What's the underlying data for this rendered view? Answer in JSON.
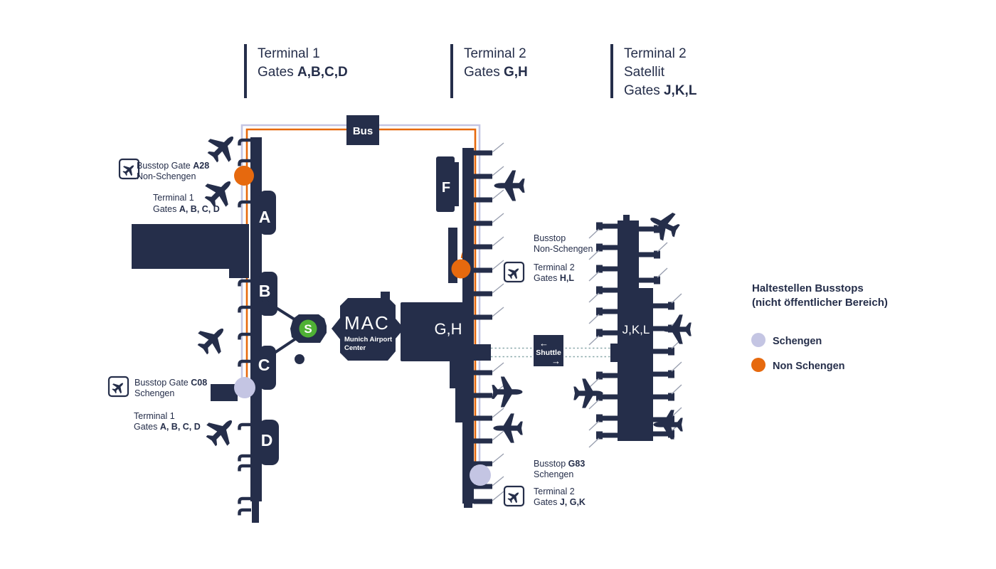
{
  "colors": {
    "navy": "#252e4a",
    "orange": "#e6690e",
    "lavender": "#c4c5e3",
    "sbahn_green": "#4fb135",
    "shuttle_dotted": "#8ca9ab"
  },
  "headers": [
    {
      "line1": "Terminal 1",
      "line2_prefix": "Gates ",
      "line2_bold": "A,B,C,D"
    },
    {
      "line1": "Terminal 2",
      "line2_prefix": "Gates ",
      "line2_bold": "G,H"
    },
    {
      "line1": "Terminal 2",
      "line2": "Satellit",
      "line3_prefix": "Gates ",
      "line3_bold": "J,K,L"
    }
  ],
  "map": {
    "bus_label": "Bus",
    "shuttle_label": "Shuttle",
    "shuttle_arrow_left": "←",
    "shuttle_arrow_right": "→",
    "sbahn_letter": "S",
    "mac": {
      "title": "MAC",
      "sub1": "Munich Airport",
      "sub2": "Center"
    },
    "terminal1_sections": [
      "A",
      "B",
      "C",
      "D"
    ],
    "terminal2_f": "F",
    "terminal2_gh": "G,H",
    "satellite_jkl": "J,K,L"
  },
  "callouts": {
    "a28": {
      "line1_prefix": "Busstop Gate ",
      "line1_bold": "A28",
      "line2": "Non-Schengen"
    },
    "t1_gates_top": {
      "line1": "Terminal 1",
      "line2_prefix": "Gates ",
      "line2_bold": "A, B, C, D"
    },
    "c08": {
      "line1_prefix": "Busstop Gate ",
      "line1_bold": "C08",
      "line2": "Schengen"
    },
    "t1_gates_bottom": {
      "line1": "Terminal 1",
      "line2_prefix": "Gates ",
      "line2_bold": "A, B, C, D"
    },
    "t2_nonschengen": {
      "line1": "Busstop",
      "line2": "Non-Schengen"
    },
    "t2_hl": {
      "line1": "Terminal 2",
      "line2_prefix": "Gates ",
      "line2_bold": "H,L"
    },
    "g83": {
      "line1_prefix": "Busstop ",
      "line1_bold": "G83",
      "line2": "Schengen"
    },
    "t2_jgk": {
      "line1": "Terminal 2",
      "line2_prefix": "Gates ",
      "line2_bold": "J, G,K"
    }
  },
  "legend": {
    "title_line1": "Haltestellen Busstops",
    "title_line2": "(nicht öffentlicher Bereich)",
    "items": [
      {
        "label": "Schengen",
        "color": "#c4c5e3"
      },
      {
        "label": "Non Schengen",
        "color": "#e6690e"
      }
    ]
  }
}
